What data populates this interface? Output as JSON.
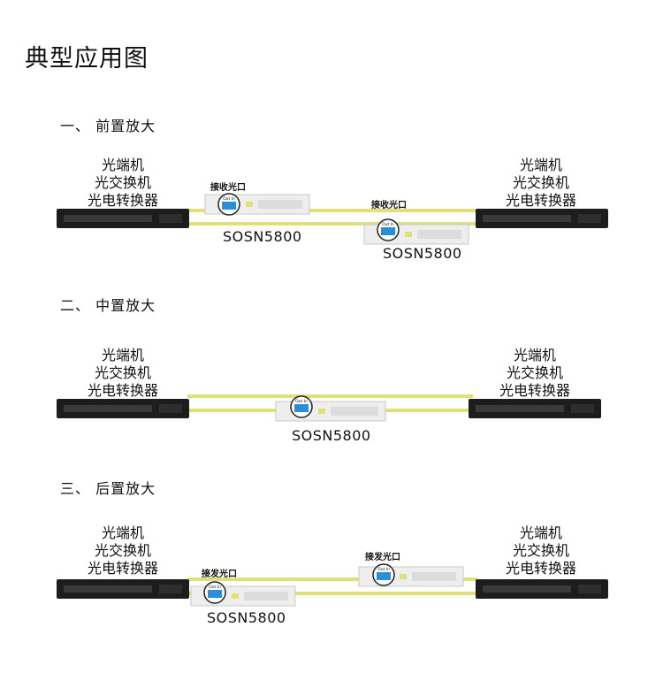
{
  "page_title": "典型应用图",
  "device_label": [
    "光端机",
    "光交换机",
    "光电转换器"
  ],
  "model": "SOSN5800",
  "port_text": "Out In",
  "sections": [
    {
      "title": "一、 前置放大",
      "port_label": "接收光口"
    },
    {
      "title": "二、 中置放大"
    },
    {
      "title": "三、 后置放大",
      "port_label": "接发光口"
    }
  ]
}
